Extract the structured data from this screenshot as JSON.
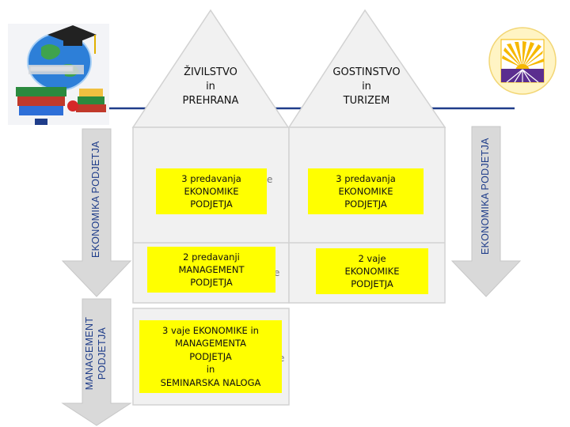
{
  "roofs": [
    {
      "line1": "ŽIVILSTVO",
      "line2": "in",
      "line3": "PREHRANA"
    },
    {
      "line1": "GOSTINSTVO",
      "line2": "in",
      "line3": "TURIZEM"
    }
  ],
  "arrows": {
    "left_top": "EKONOMIKA PODJETJA",
    "left_bottom_line1": "MANAGEMENT",
    "left_bottom_line2": "PODJETJA",
    "right": "EKONOMIKA PODJETJA"
  },
  "boxes": {
    "b1": {
      "line1": "3 predavanja",
      "line2": "EKONOMIKE",
      "line3": "PODJETJA"
    },
    "b2": {
      "line1": "3 predavanja",
      "line2": "EKONOMIKE",
      "line3": "PODJETJA"
    },
    "b3": {
      "line1": "2 predavanji",
      "line2": "MANAGEMENT",
      "line3": "PODJETJA"
    },
    "b4": {
      "line1": "2 vaje",
      "line2": "EKONOMIKE",
      "line3": "PODJETJA"
    },
    "b5": {
      "line1": "3 vaje  EKONOMIKE in",
      "line2": "MANAGEMENTA",
      "line3": "PODJETJA",
      "line4": "in",
      "line5": "SEMINARSKA NALOGA"
    }
  },
  "colors": {
    "house_fill": "#f1f1f1",
    "house_stroke": "#d2d2d2",
    "arrow_fill": "#d9d9d9",
    "box_fill": "#ffff00",
    "label_color": "#1f3d8a",
    "logo_purple": "#5b2e8f",
    "logo_yellow": "#f6b800"
  },
  "icons": {
    "left_logo": "education-globe-books-icon",
    "right_logo": "sunrise-logo-icon"
  }
}
